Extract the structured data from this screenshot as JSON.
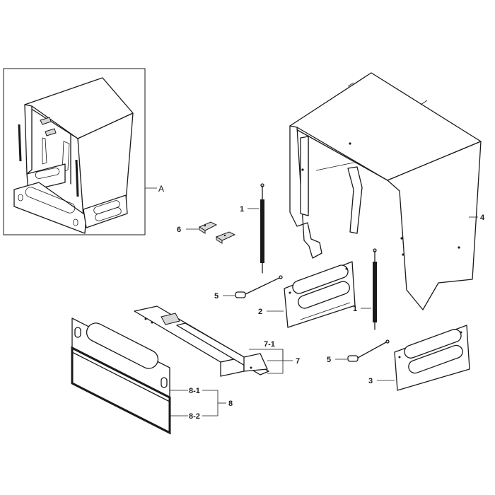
{
  "labels": {
    "A": "A",
    "p1_left": "1",
    "p1_right": "1",
    "p2": "2",
    "p3": "3",
    "p4": "4",
    "p5_left": "5",
    "p5_right": "5",
    "p6": "6",
    "p7": "7",
    "p7_1": "7-1",
    "p8": "8",
    "p8_1": "8-1",
    "p8_2": "8-2"
  }
}
